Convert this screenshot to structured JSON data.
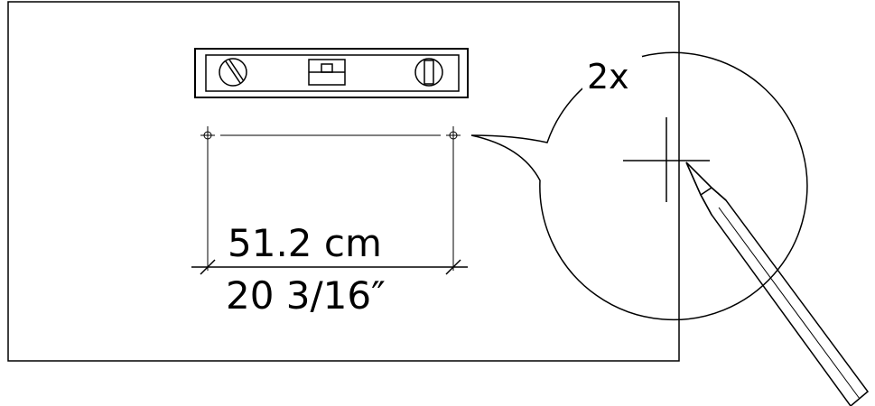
{
  "measurement": {
    "metric": "51.2 cm",
    "imperial": "20 3/16″"
  },
  "magnifier": {
    "zoom_label": "2x"
  },
  "icons": {
    "level": "spirit-level-icon",
    "pencil": "pencil-icon",
    "crosshair": "crosshair-mark-icon"
  },
  "colors": {
    "line": "#000000",
    "background": "#ffffff"
  }
}
